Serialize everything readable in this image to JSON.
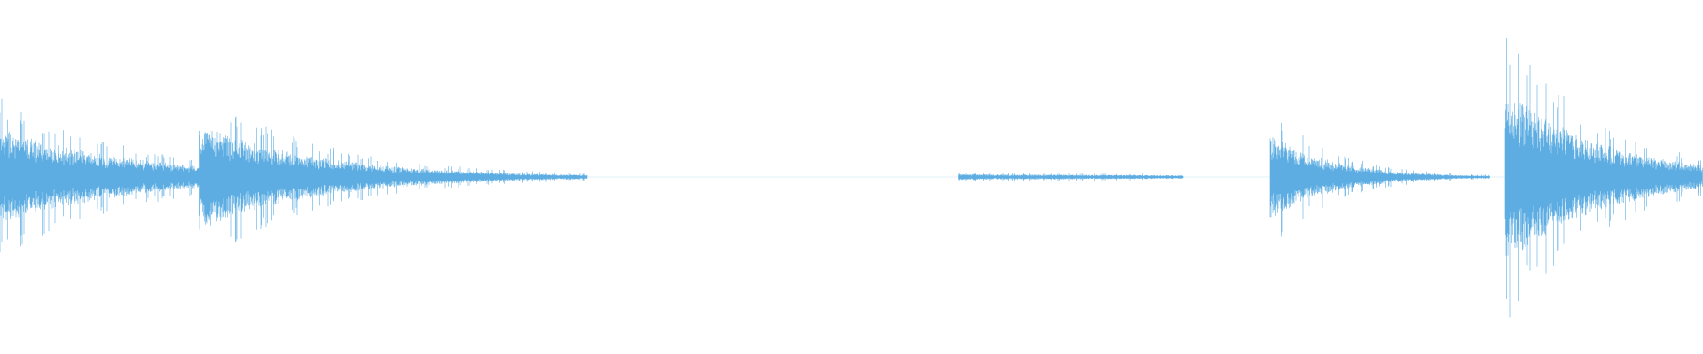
{
  "waveform": {
    "color": "#5dade2",
    "background": "#ffffff",
    "amplitude_scale": 1.0,
    "segments": [
      {
        "start": 0.0,
        "end": 0.118,
        "peak": 0.42,
        "decay": 1.5
      },
      {
        "start": 0.117,
        "end": 0.345,
        "peak": 0.46,
        "decay": 3.2
      },
      {
        "start": 0.563,
        "end": 0.695,
        "peak": 0.025,
        "decay": 0.4
      },
      {
        "start": 0.746,
        "end": 0.875,
        "peak": 0.38,
        "decay": 3.6
      },
      {
        "start": 0.884,
        "end": 1.0,
        "peak": 0.76,
        "decay": 2.0
      }
    ]
  }
}
